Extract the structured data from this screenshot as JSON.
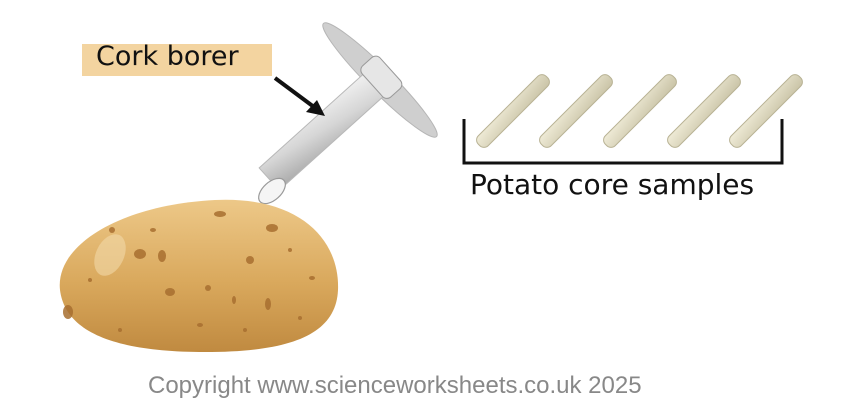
{
  "diagram": {
    "title_labels": {
      "cork_borer": "Cork borer",
      "samples_caption": "Potato core samples"
    },
    "components": [
      {
        "name": "cork-borer",
        "description": "Metal tube with T-handle, pointing toward potato"
      },
      {
        "name": "potato",
        "description": "Whole potato with speckled skin"
      },
      {
        "name": "core-samples",
        "count": 5,
        "description": "Five cylindrical potato cores, bracketed"
      }
    ],
    "colors": {
      "label_background": "#f3d4a0",
      "potato": "#d9a85c",
      "core_sample": "#e3dfc8",
      "borer_metal": "#d6d6d6",
      "copyright_text": "#888888"
    },
    "copyright": "Copyright www.scienceworksheets.co.uk 2025"
  }
}
